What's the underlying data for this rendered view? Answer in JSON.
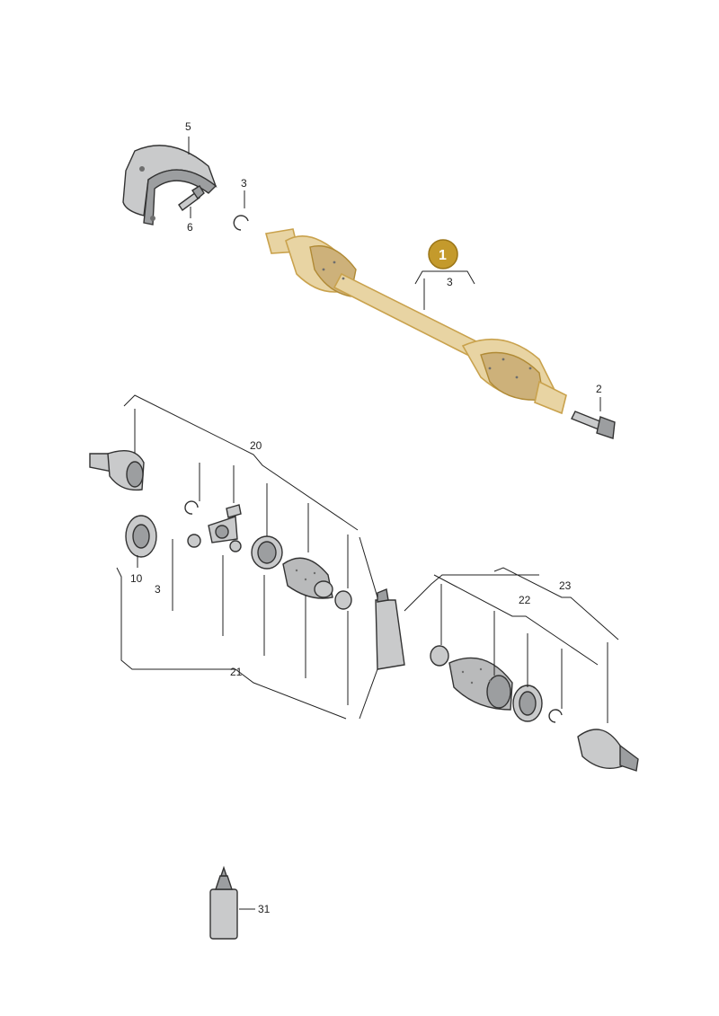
{
  "diagram": {
    "highlight_color": "#c49a2c",
    "badge": {
      "number": "1"
    },
    "callouts": {
      "c5": "5",
      "c6": "6",
      "c3_clip": "3",
      "c3_shaft": "3",
      "c2": "2",
      "c20": "20",
      "c10": "10",
      "c3_left": "3",
      "c21": "21",
      "c22": "22",
      "c23": "23",
      "c31": "31"
    }
  }
}
